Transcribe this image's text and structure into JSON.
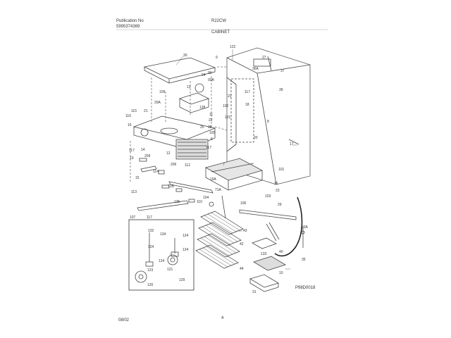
{
  "header": {
    "publication_label": "Publication No",
    "publication_number": "5995374369",
    "model": "R22CW",
    "section": "CABINET"
  },
  "footer": {
    "left": "08/02",
    "page": "4"
  },
  "diagram_code": "P98D0018",
  "part_labels": [
    {
      "id": "l30",
      "text": "30"
    },
    {
      "id": "l122",
      "text": "122"
    },
    {
      "id": "l9",
      "text": "9"
    },
    {
      "id": "l90",
      "text": "90"
    },
    {
      "id": "l24",
      "text": "24"
    },
    {
      "id": "l93a",
      "text": "93A"
    },
    {
      "id": "l27",
      "text": "27"
    },
    {
      "id": "l36a",
      "text": "36A"
    },
    {
      "id": "l37",
      "text": "37"
    },
    {
      "id": "l39",
      "text": "39"
    },
    {
      "id": "l13",
      "text": "13"
    },
    {
      "id": "l109",
      "text": "109"
    },
    {
      "id": "l117a",
      "text": "117"
    },
    {
      "id": "l22a",
      "text": "22"
    },
    {
      "id": "l18",
      "text": "18"
    },
    {
      "id": "l102",
      "text": "102"
    },
    {
      "id": "l20a",
      "text": "20A"
    },
    {
      "id": "l21",
      "text": "21"
    },
    {
      "id": "l128",
      "text": "128"
    },
    {
      "id": "l11",
      "text": "11"
    },
    {
      "id": "l115",
      "text": "115"
    },
    {
      "id": "l116",
      "text": "116"
    },
    {
      "id": "l22b",
      "text": "22"
    },
    {
      "id": "l131",
      "text": "131"
    },
    {
      "id": "l8",
      "text": "8"
    },
    {
      "id": "l16",
      "text": "16"
    },
    {
      "id": "l25",
      "text": "25"
    },
    {
      "id": "l28",
      "text": "28"
    },
    {
      "id": "l105",
      "text": "105"
    },
    {
      "id": "l6",
      "text": "6"
    },
    {
      "id": "l20b",
      "text": "20"
    },
    {
      "id": "l117b",
      "text": "117"
    },
    {
      "id": "l17",
      "text": "17"
    },
    {
      "id": "l14",
      "text": "14"
    },
    {
      "id": "l209",
      "text": "209"
    },
    {
      "id": "l12",
      "text": "12"
    },
    {
      "id": "l117c",
      "text": "117"
    },
    {
      "id": "l19",
      "text": "19"
    },
    {
      "id": "l114",
      "text": "114"
    },
    {
      "id": "l15",
      "text": "15"
    },
    {
      "id": "l206",
      "text": "206"
    },
    {
      "id": "l112",
      "text": "112"
    },
    {
      "id": "l7",
      "text": "7"
    },
    {
      "id": "l19a",
      "text": "19A"
    },
    {
      "id": "l101",
      "text": "101"
    },
    {
      "id": "l26",
      "text": "26"
    },
    {
      "id": "l71b",
      "text": "71B"
    },
    {
      "id": "l113",
      "text": "113"
    },
    {
      "id": "l71a",
      "text": "71A"
    },
    {
      "id": "l104",
      "text": "104"
    },
    {
      "id": "l103",
      "text": "103"
    },
    {
      "id": "l23",
      "text": "23"
    },
    {
      "id": "l29",
      "text": "29"
    },
    {
      "id": "l135",
      "text": "135"
    },
    {
      "id": "l110",
      "text": "110"
    },
    {
      "id": "l106",
      "text": "106"
    },
    {
      "id": "l107",
      "text": "107"
    },
    {
      "id": "l117d",
      "text": "117"
    },
    {
      "id": "l43",
      "text": "43"
    },
    {
      "id": "l93ab",
      "text": "93A"
    },
    {
      "id": "l132",
      "text": "132"
    },
    {
      "id": "l134",
      "text": "134"
    },
    {
      "id": "l124a",
      "text": "124"
    },
    {
      "id": "l124b",
      "text": "124"
    },
    {
      "id": "l42",
      "text": "42"
    },
    {
      "id": "l124c",
      "text": "124"
    },
    {
      "id": "l40",
      "text": "40"
    },
    {
      "id": "l133",
      "text": "133"
    },
    {
      "id": "l35",
      "text": "35"
    },
    {
      "id": "l124d",
      "text": "124"
    },
    {
      "id": "l121",
      "text": "121"
    },
    {
      "id": "l44",
      "text": "44"
    },
    {
      "id": "l10",
      "text": "10"
    },
    {
      "id": "l123",
      "text": "123"
    },
    {
      "id": "l129",
      "text": "129"
    },
    {
      "id": "l120",
      "text": "120"
    },
    {
      "id": "l31",
      "text": "31"
    }
  ]
}
